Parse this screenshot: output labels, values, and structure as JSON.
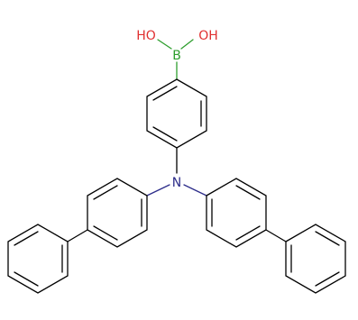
{
  "atoms": {
    "boron": {
      "label": "B",
      "color": "#2e9e2e"
    },
    "hydroxyl_left": {
      "label": "HO",
      "color": "#e03030"
    },
    "hydroxyl_right": {
      "label": "OH",
      "color": "#e03030"
    },
    "nitrogen": {
      "label": "N",
      "color": "#2d2d8a"
    }
  },
  "colors": {
    "bond": "#000000",
    "background": "#ffffff"
  }
}
